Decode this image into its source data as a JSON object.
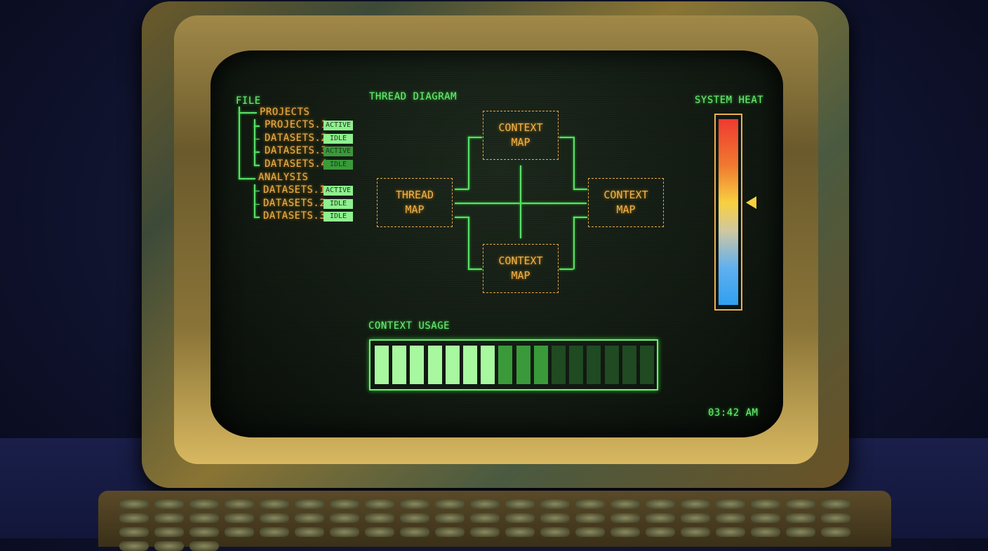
{
  "tree": {
    "root": "FILE",
    "groups": [
      {
        "label": "PROJECTS",
        "items": [
          {
            "name": "PROJECTS.1",
            "status": "ACTIVE",
            "tone": "bright"
          },
          {
            "name": "DATASETS.2",
            "status": "IDLE",
            "tone": "bright"
          },
          {
            "name": "DATASETS.3",
            "status": "ACTIVE",
            "tone": "dim"
          },
          {
            "name": "DATASETS.4",
            "status": "IDLE",
            "tone": "dim"
          }
        ]
      },
      {
        "label": "ANALYSIS",
        "items": [
          {
            "name": "DATASETS.1",
            "status": "ACTIVE",
            "tone": "bright"
          },
          {
            "name": "DATASETS.2",
            "status": "IDLE",
            "tone": "bright"
          },
          {
            "name": "DATASETS.3",
            "status": "IDLE",
            "tone": "bright"
          }
        ]
      }
    ]
  },
  "diagram": {
    "title": "THREAD DIAGRAM",
    "nodes": {
      "top": "CONTEXT\nMAP",
      "left": "THREAD\nMAP",
      "right": "CONTEXT\nMAP",
      "bottom": "CONTEXT\nMAP"
    }
  },
  "usage": {
    "title": "CONTEXT USAGE",
    "segments_total": 16,
    "segments_bright": 7,
    "segments_mid": 3
  },
  "heat": {
    "title": "SYSTEM HEAT",
    "level_percent": 55
  },
  "clock": "03:42 AM",
  "colors": {
    "green": "#6cf07a",
    "amber": "#f0b050",
    "hot": "#f03a30",
    "cold": "#30a0f0"
  }
}
